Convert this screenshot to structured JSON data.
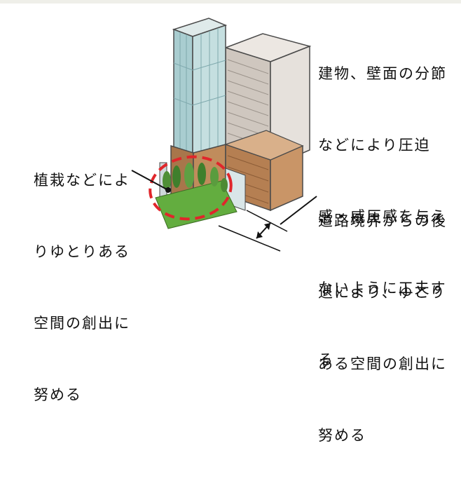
{
  "captions": {
    "planting": {
      "lines": [
        "植栽などによ",
        "りゆとりある",
        "空間の創出に",
        "努める"
      ]
    },
    "building_wall": {
      "lines": [
        "建物、壁面の分節",
        "などにより圧迫",
        "感・威圧感を与え",
        "ないように工夫す",
        "る"
      ]
    },
    "setback": {
      "lines": [
        "道路境界からの後",
        "退により、ゆとり",
        "ある空間の創出に",
        "努める"
      ]
    }
  },
  "colors": {
    "callout_ellipse": "#e0262b",
    "facade_brown": "#b98456",
    "glass_blue": "#b9d6d8",
    "upper_wall_grey": "#d8d2cc",
    "planting_green": "#5aa33a"
  },
  "icons": [
    "setback-dimension-arrows",
    "planting-callout-ellipse"
  ]
}
